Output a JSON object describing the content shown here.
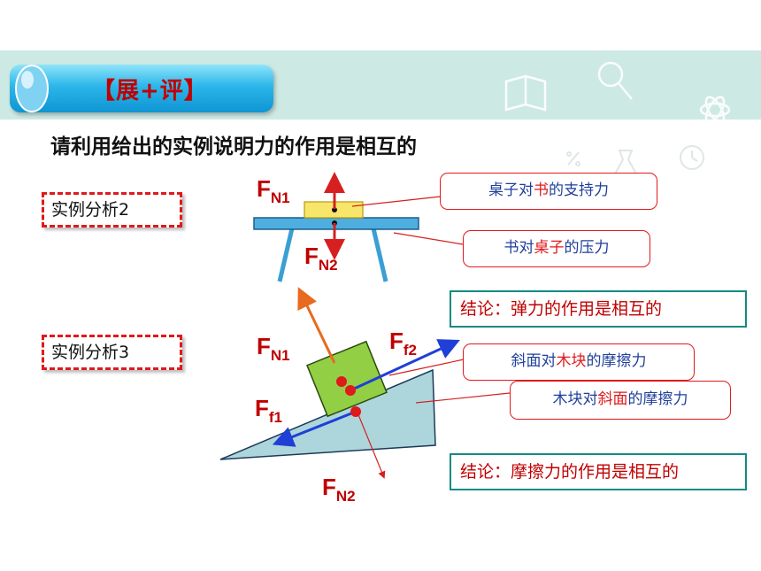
{
  "header": {
    "tab_label": "【展+评】"
  },
  "heading": "请利用给出的实例说明力的作用是相互的",
  "case2": {
    "label": "实例分析2",
    "force_top": {
      "main": "F",
      "sub": "N1"
    },
    "force_bottom": {
      "main": "F",
      "sub": "N2"
    },
    "callout1": {
      "p1": "桌子对",
      "hl": "书",
      "p2": "的支持力"
    },
    "callout2": {
      "p1": "书对",
      "hl": "桌子",
      "p2": "的压力"
    },
    "conclusion": "结论：弹力的作用是相互的"
  },
  "case3": {
    "label": "实例分析3",
    "force_normal_up": {
      "main": "F",
      "sub": "N1"
    },
    "force_friction_block": {
      "main": "F",
      "sub": "f2"
    },
    "force_friction_incline": {
      "main": "F",
      "sub": "f1"
    },
    "force_normal_down": {
      "main": "F",
      "sub": "N2"
    },
    "callout1": {
      "p1": "斜面对",
      "hl": "木块",
      "p2": "的摩擦力"
    },
    "callout2": {
      "p1": "木块对",
      "hl": "斜面",
      "p2": "的摩擦力"
    },
    "conclusion": "结论：摩擦力的作用是相互的"
  },
  "colors": {
    "force_label": "#c00000",
    "highlight": "#e0191b",
    "accent_teal": "#128a84",
    "banner": "#cde9e3"
  }
}
